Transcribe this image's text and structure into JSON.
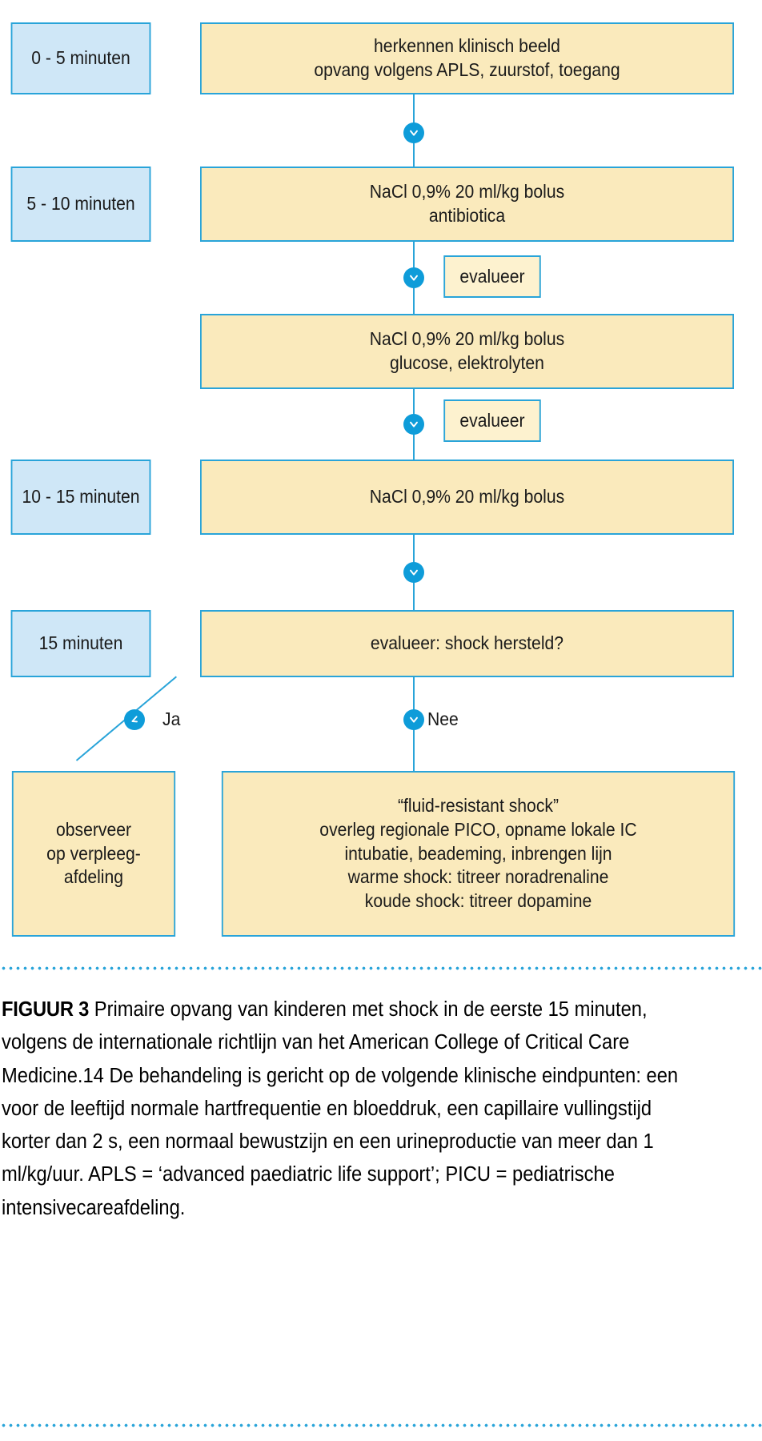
{
  "figure": {
    "language": "nl",
    "colors": {
      "time_box_fill": "#cfe7f7",
      "action_box_fill": "#faeabc",
      "eval_box_fill": "#fdf2cf",
      "border": "#29a4d9",
      "marker": "#0e9cd9",
      "text": "#1a1a1a"
    }
  },
  "timeline": [
    {
      "label": "0 - 5 minuten"
    },
    {
      "label": "5 - 10 minuten"
    },
    {
      "label": "10 - 15 minuten"
    },
    {
      "label": "15 minuten"
    }
  ],
  "steps": [
    {
      "name": "recognition",
      "lines": [
        "herkennen klinisch beeld",
        "opvang volgens APLS, zuurstof, toegang"
      ]
    },
    {
      "name": "first-bolus",
      "lines": [
        "NaCl 0,9% 20 ml/kg bolus",
        "antibiotica"
      ]
    },
    {
      "name": "second-bolus",
      "lines": [
        "NaCl 0,9% 20 ml/kg bolus",
        "glucose, elektrolyten"
      ]
    },
    {
      "name": "third-bolus",
      "lines": [
        "NaCl 0,9% 20 ml/kg bolus"
      ]
    },
    {
      "name": "decision",
      "lines": [
        "evalueer: shock hersteld?"
      ]
    }
  ],
  "evaluate_boxes": [
    {
      "label": "evalueer"
    },
    {
      "label": "evalueer"
    }
  ],
  "branches": {
    "yes_label": "Ja",
    "no_label": "Nee"
  },
  "outcomes": {
    "yes": {
      "name": "observe",
      "lines": [
        "observeer",
        "op verpleeg-",
        "afdeling"
      ]
    },
    "no": {
      "name": "fluid-resistant-shock",
      "lines": [
        "“fluid-resistant shock”",
        "overleg regionale PICO, opname lokale IC",
        "intubatie, beademing, inbrengen lijn",
        "warme shock: titreer noradrenaline",
        "koude shock: titreer dopamine"
      ]
    }
  },
  "caption": {
    "label": "FIGUUR 3",
    "text": "Primaire opvang van kinderen met shock in de eerste 15 minuten, volgens de internationale richtlijn van het American College of Critical Care Medicine.14 De behandeling is gericht op de volgende klinische eindpunten: een voor de leeftijd normale hartfrequentie en bloeddruk, een capillaire vullingstijd korter dan 2 s, een normaal bewustzijn en een urineproductie van meer dan 1 ml/kg/uur. APLS = ‘advanced paediatric life support’; PICU = pediatrische intensivecareafdeling."
  },
  "icons": {
    "chevron_down": "chevron-down-icon",
    "chevron_down_left": "chevron-down-left-icon"
  }
}
